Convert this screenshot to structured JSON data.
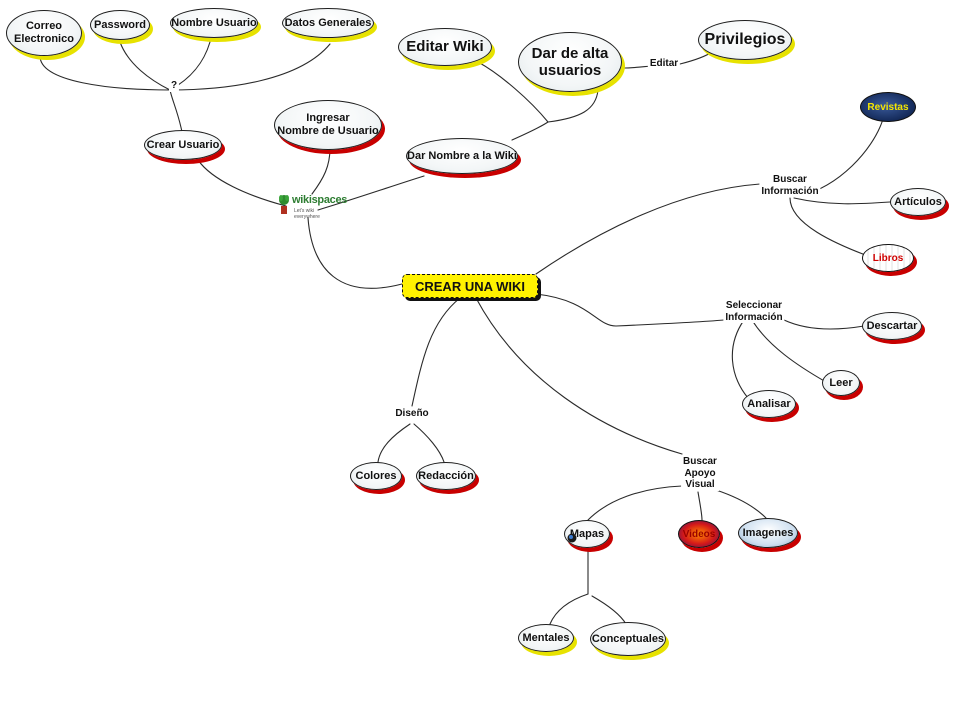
{
  "diagram": {
    "root": "CREAR UNA WIKI",
    "logo": {
      "brand": "wikispaces",
      "tagline": "Let's wiki everywhere"
    },
    "top_nodes": {
      "correo": "Correo\nElectronico",
      "password": "Password",
      "nombre_usuario": "Nombre Usuario",
      "datos_generales": "Datos Generales",
      "editar_wiki": "Editar Wiki",
      "dar_alta": "Dar de alta\nusuarios",
      "privilegios": "Privilegios",
      "crear_usuario": "Crear Usuario",
      "ingresar_nombre": "Ingresar\nNombre de Usuario",
      "dar_nombre_wiki": "Dar Nombre a la Wiki"
    },
    "labels": {
      "question": "?",
      "editar": "Editar",
      "buscar_info": "Buscar\nInformación",
      "seleccionar_info": "Seleccionar\nInformación",
      "diseno": "Diseño",
      "buscar_apoyo": "Buscar\nApoyo\nVisual"
    },
    "info_nodes": {
      "revistas": "Revistas",
      "articulos": "Artículos",
      "libros": "Libros",
      "descartar": "Descartar",
      "leer": "Leer",
      "analisar": "Analisar"
    },
    "design_nodes": {
      "colores": "Colores",
      "redaccion": "Redacción"
    },
    "visual_nodes": {
      "mapas": "Mapas",
      "videos": "Videos",
      "imagenes": "Imagenes",
      "mentales": "Mentales",
      "conceptuales": "Conceptuales"
    },
    "colors": {
      "root_fill": "#fff200",
      "shadow_red": "#c80000",
      "shadow_yellow": "#e7e200",
      "connector": "#2a2a2a"
    }
  }
}
